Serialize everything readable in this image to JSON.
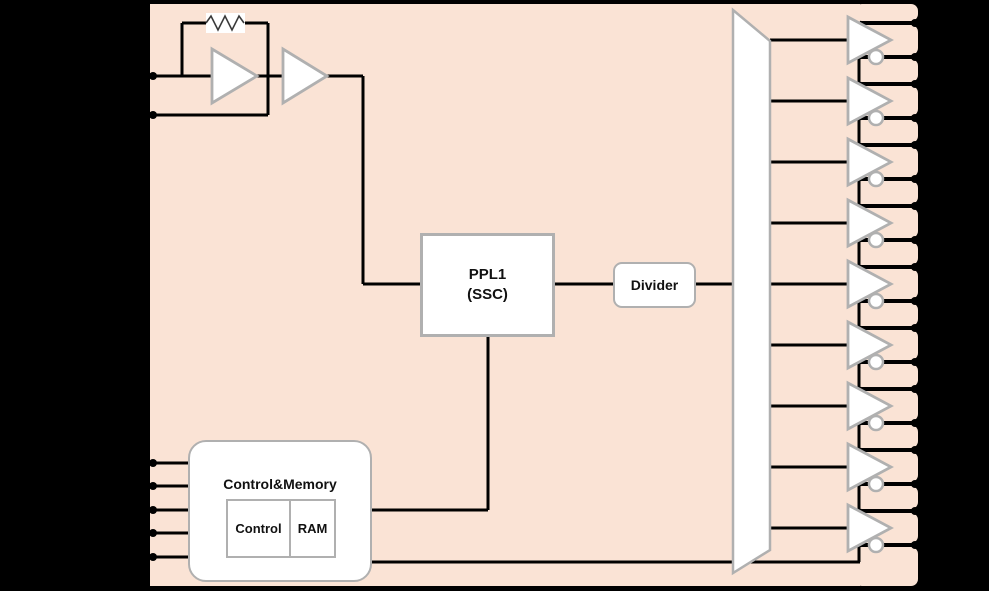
{
  "diagram": {
    "title": "clock-generator-block-diagram",
    "colors": {
      "background": "#000000",
      "chip_fill": "#fae3d5",
      "wire": "#000000",
      "block_border": "#b0b0b0",
      "block_fill": "#ffffff"
    },
    "blocks": {
      "pll": {
        "line1": "PPL1",
        "line2": "(SSC)"
      },
      "divider": {
        "label": "Divider"
      },
      "control_memory": {
        "title": "Control&Memory",
        "control_label": "Control",
        "ram_label": "RAM"
      }
    },
    "oscillator": {
      "amplifier_count": 2,
      "has_feedback_resistor": true,
      "crystal_pin_count": 2
    },
    "mux": {
      "output_count": 9
    },
    "output_buffers": {
      "count": 9,
      "outputs_per_buffer": 2
    },
    "control_pins": {
      "count": 5
    }
  }
}
